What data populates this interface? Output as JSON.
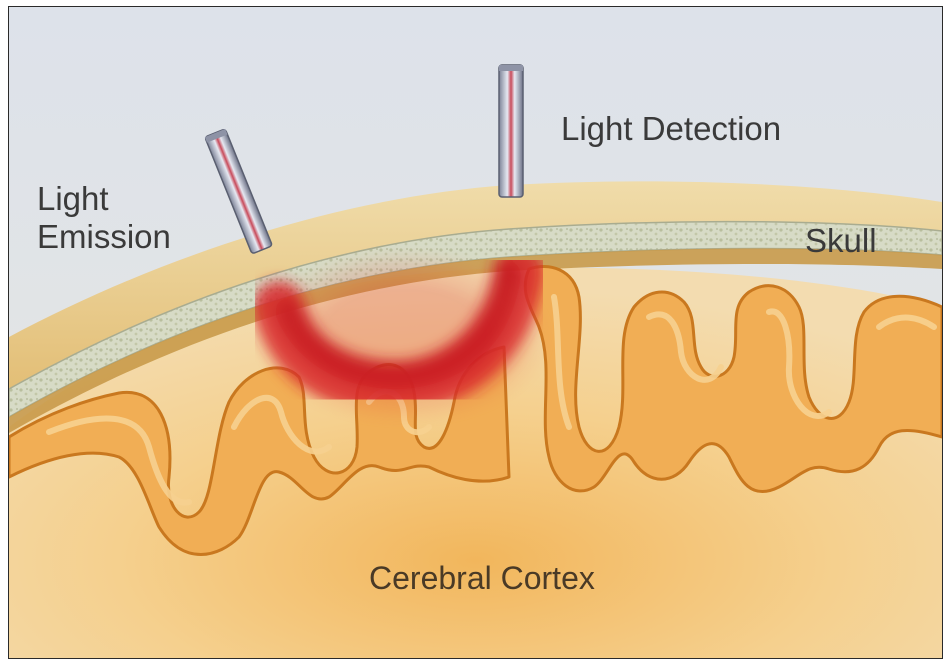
{
  "labels": {
    "light_emission_line1": "Light",
    "light_emission_line2": "Emission",
    "light_detection": "Light Detection",
    "skull": "Skull",
    "cerebral_cortex": "Cerebral Cortex"
  },
  "colors": {
    "background": "#dfe3ea",
    "scalp": "#e7c98d",
    "skull_bone": "#d9dbc4",
    "cortex_fill": "#f1c474",
    "gyri_edge": "#d98a2e",
    "light_path": "#d8262a",
    "label_text": "#3a3a3a"
  }
}
